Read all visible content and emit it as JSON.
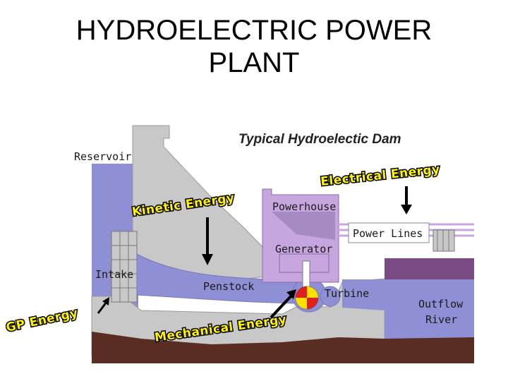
{
  "title": {
    "line1": "HYDROELECTRIC POWER",
    "line2": "PLANT"
  },
  "diagram": {
    "heading": "Typical Hydroelectic Dam",
    "labels": {
      "reservoir": "Reservoir",
      "intake": "Intake",
      "penstock": "Penstock",
      "powerhouse": "Powerhouse",
      "generator": "Generator",
      "turbine": "Turbine",
      "power_lines": "Power Lines",
      "outflow": "Outflow",
      "river": "River"
    },
    "callouts": {
      "electrical": "Electrical Energy",
      "kinetic": "Kinetic Energy",
      "gp": "GP Energy",
      "mechanical": "Mechanical Energy"
    },
    "colors": {
      "water": "#8f8fd6",
      "concrete": "#c8c8c8",
      "earth": "#5a2d23",
      "powerhouse": "#c7a6e0",
      "river_bank": "#7a4a82",
      "callout_fill": "#fff200"
    }
  }
}
